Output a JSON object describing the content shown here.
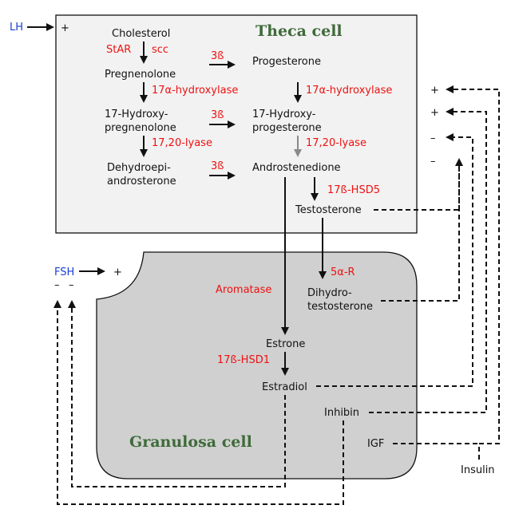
{
  "cells": {
    "theca": "Theca cell",
    "granulosa": "Granulosa cell"
  },
  "hormones": {
    "lh": "LH",
    "fsh": "FSH",
    "insulin": "Insulin"
  },
  "molecules": {
    "cholesterol": "Cholesterol",
    "pregnenolone": "Pregnenolone",
    "ohpreg_1": "17-Hydroxy-",
    "ohpreg_2": "pregnenolone",
    "dhea_1": "Dehydroepi-",
    "dhea_2": "androsterone",
    "progesterone": "Progesterone",
    "ohprog_1": "17-Hydroxy-",
    "ohprog_2": "progesterone",
    "androstenedione": "Androstenedione",
    "testosterone": "Testosterone",
    "dht_1": "Dihydro-",
    "dht_2": "testosterone",
    "estrone": "Estrone",
    "estradiol": "Estradiol",
    "inhibin": "Inhibin",
    "igf": "IGF"
  },
  "enzymes": {
    "star": "StAR",
    "scc": "scc",
    "hsd3_a": "3ß",
    "hsd3_b": "3ß",
    "hsd3_c": "3ß",
    "hydroxylase_left": "17α-hydroxylase",
    "hydroxylase_right": "17α-hydroxylase",
    "lyase_left": "17,20-lyase",
    "lyase_right": "17,20-lyase",
    "hsd5": "17ß-HSD5",
    "reductase": "5α-R",
    "aromatase": "Aromatase",
    "hsd1": "17ß-HSD1"
  },
  "signs": {
    "lh_plus": "+",
    "fsh_plus": "+",
    "fsh_minus_1": "–",
    "fsh_minus_2": "–",
    "fb_plus_1": "+",
    "fb_plus_2": "+",
    "fb_minus_1": "–",
    "fb_minus_2": "–"
  },
  "colors": {
    "theca_fill": "#f2f2f2",
    "granulosa_fill": "#d0d0d0",
    "enzyme_text": "#ee1111",
    "hormone_text": "#1a3fd6",
    "cell_title": "#3f6b3a"
  }
}
